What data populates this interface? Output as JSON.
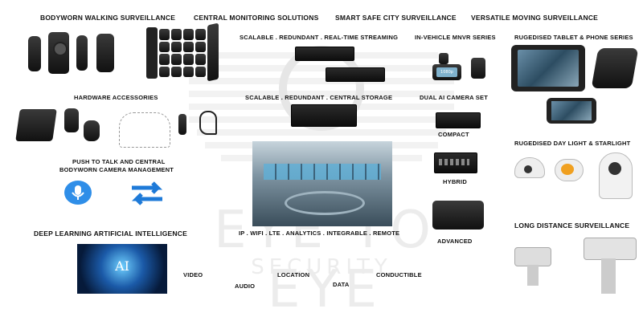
{
  "watermark": {
    "main": "EYE TO EYE",
    "sub": "SECURITY"
  },
  "labels": {
    "bodyworn": "BODYWORN WALKING SURVEILLANCE",
    "central_monitoring": "CENTRAL MONITORING SOLUTIONS",
    "smart_city": "SMART SAFE CITY SURVEILLANCE",
    "moving": "VERSATILE MOVING SURVEILLANCE",
    "streaming": "SCALABLE . REDUNDANT . REAL-TIME STREAMING",
    "mnvr": "IN-VEHICLE MNVR SERIES",
    "tablet": "RUGEDISED TABLET & PHONE SERIES",
    "accessories": "HARDWARE ACCESSORIES",
    "storage": "SCALABLE . REDUNDANT . CENTRAL STORAGE",
    "dual_ai": "DUAL AI CAMERA SET",
    "compact": "COMPACT",
    "starlight": "RUGEDISED DAY LIGHT & STARLIGHT",
    "ptt_line1": "PUSH TO TALK AND CENTRAL",
    "ptt_line2": "BODYWORN CAMERA MANAGEMENT",
    "hybrid": "HYBRID",
    "deep_learning": "DEEP LEARNING ARTIFICIAL INTELLIGENCE",
    "ip_line": "IP . WIFI . LTE . ANALYTICS . INTEGRABLE . REMOTE",
    "advanced": "ADVANCED",
    "long_distance": "LONG DISTANCE SURVEILLANCE",
    "video": "VIDEO",
    "audio": "AUDIO",
    "location": "LOCATION",
    "data": "DATA",
    "conductible": "CONDUCTIBLE",
    "ai_badge": "AI",
    "dashcam_text": "1080p"
  }
}
